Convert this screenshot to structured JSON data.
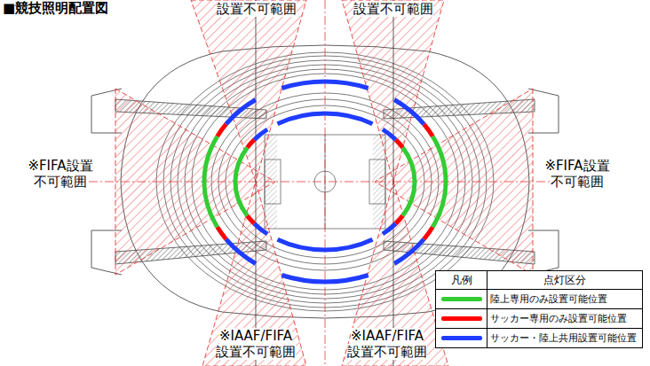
{
  "diagram": {
    "title": "■競技照明配置図",
    "labels": [
      "設置不可範囲",
      "設置不可範囲",
      "※FIFA設置 不可範囲",
      "※FIFA設置 不可範囲",
      "※IAAF/FIFA 設置不可範囲",
      "※IAAF/FIFA 設置不可範囲",
      "凡例",
      "点灯区分"
    ],
    "legend": [
      {
        "text": "陸上専用のみ設置可能位置",
        "color": "#33cc33"
      },
      {
        "text": "サッカー専用のみ設置可能位置",
        "color": "#ff0000"
      },
      {
        "text": "サッカー・陸上共用設置可能位置",
        "color": "#1f3cff"
      }
    ]
  }
}
